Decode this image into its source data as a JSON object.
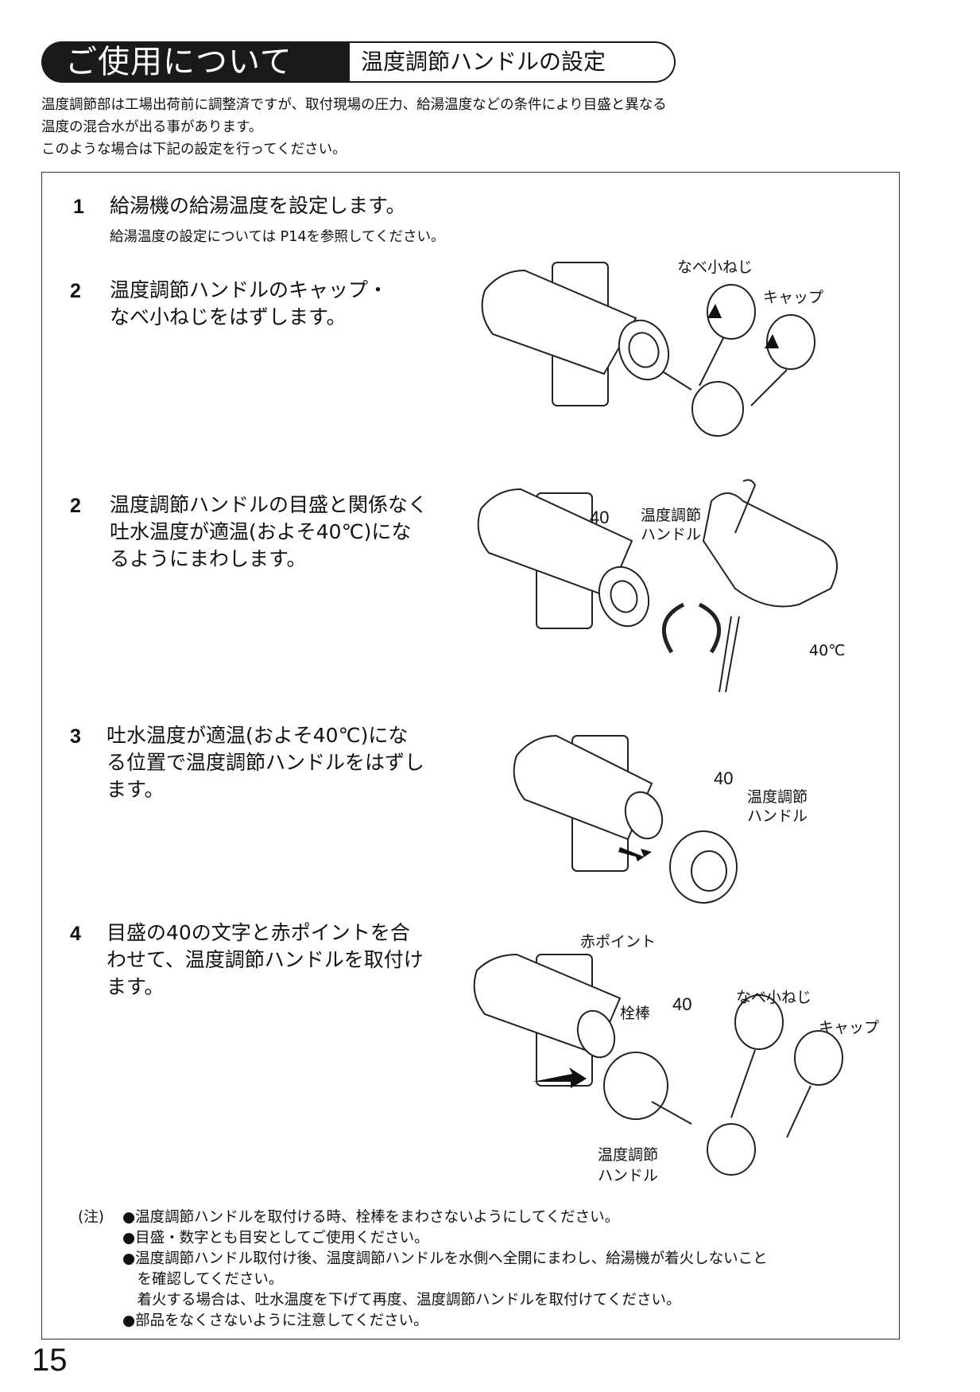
{
  "header": {
    "section_title": "ご使用について",
    "subtitle": "温度調節ハンドルの設定"
  },
  "intro": [
    "温度調節部は工場出荷前に調整済ですが、取付現場の圧力、給湯温度などの条件により目盛と異なる",
    "温度の混合水が出る事があります。",
    "このような場合は下記の設定を行ってください。"
  ],
  "steps": [
    {
      "number": "1",
      "lines": [
        "給湯機の給湯温度を設定します。"
      ],
      "sub": "給湯温度の設定については P14を参照してください。"
    },
    {
      "number": "2",
      "lines": [
        "温度調節ハンドルのキャップ・",
        "なべ小ねじをはずします。"
      ],
      "labels": {
        "screw": "なべ小ねじ",
        "cap": "キャップ"
      }
    },
    {
      "number": "2",
      "lines": [
        "温度調節ハンドルの目盛と関係なく",
        "吐水温度が適温(およそ40℃)にな",
        "るようにまわします。"
      ],
      "labels": {
        "forty": "40",
        "handle_1": "温度調節",
        "handle_2": "ハンドル",
        "temp": "40℃"
      }
    },
    {
      "number": "3",
      "lines": [
        "吐水温度が適温(およそ40℃)にな",
        "る位置で温度調節ハンドルをはずし",
        "ます。"
      ],
      "labels": {
        "forty": "40",
        "handle_1": "温度調節",
        "handle_2": "ハンドル"
      }
    },
    {
      "number": "4",
      "lines": [
        "目盛の40の文字と赤ポイントを合",
        "わせて、温度調節ハンドルを取付け",
        "ます。"
      ],
      "labels": {
        "red_point": "赤ポイント",
        "spindle": "栓棒",
        "forty": "40",
        "screw": "なべ小ねじ",
        "cap": "キャップ",
        "handle_1": "温度調節",
        "handle_2": "ハンドル"
      }
    }
  ],
  "notes": {
    "prefix": "(注)",
    "items": [
      "●温度調節ハンドルを取付ける時、栓棒をまわさないようにしてください。",
      "●目盛・数字とも目安としてご使用ください。",
      "●温度調節ハンドル取付け後、温度調節ハンドルを水側へ全開にまわし、給湯機が着火しないこと",
      "　を確認してください。",
      "　着火する場合は、吐水温度を下げて再度、温度調節ハンドルを取付けてください。",
      "●部品をなくさないように注意してください。"
    ]
  },
  "page_number": "15"
}
